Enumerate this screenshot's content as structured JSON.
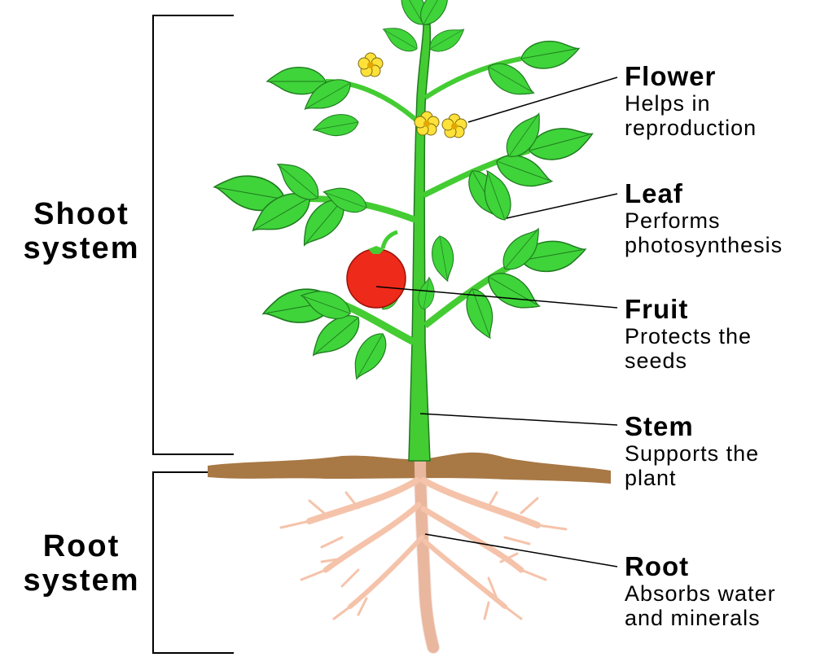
{
  "systems": {
    "shoot": {
      "line1": "Shoot",
      "line2": "system"
    },
    "root": {
      "line1": "Root",
      "line2": "system"
    }
  },
  "parts": {
    "flower": {
      "name": "Flower",
      "desc": "Helps in reproduction"
    },
    "leaf": {
      "name": "Leaf",
      "desc": "Performs photosynthesis"
    },
    "fruit": {
      "name": "Fruit",
      "desc": "Protects the seeds"
    },
    "stem": {
      "name": "Stem",
      "desc": "Supports the plant"
    },
    "root": {
      "name": "Root",
      "desc": "Absorbs water and minerals"
    }
  },
  "colors": {
    "leaf": "#3fd43a",
    "leaf_outline": "#1f7a1f",
    "stem": "#44cc33",
    "flower": "#ffe13a",
    "fruit": "#ee2a1a",
    "soil": "#a87845",
    "root": "#f5c3aa"
  }
}
